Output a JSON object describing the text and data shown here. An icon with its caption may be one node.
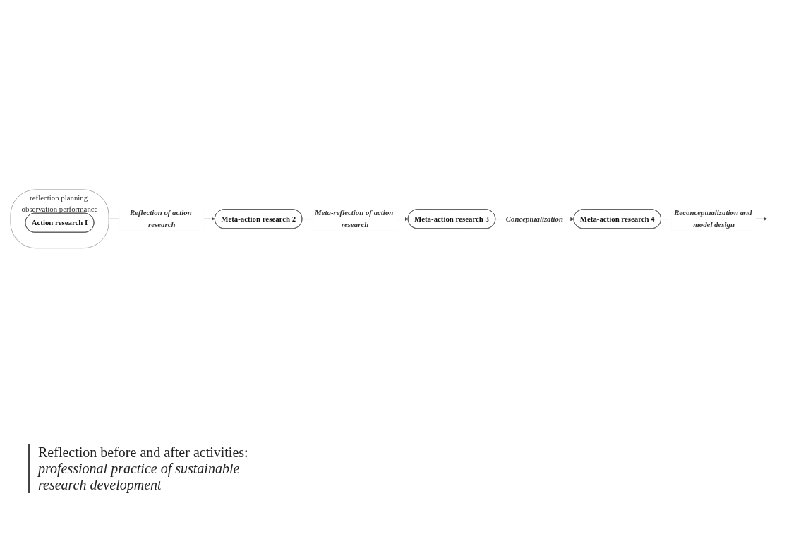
{
  "diagram": {
    "nodes": [
      {
        "text": [
          "reflection",
          "planning",
          "observation",
          "performance"
        ]
      },
      {
        "text": [
          "Action research I"
        ],
        "in": 0
      },
      {
        "text": [
          "Meta-action research 2"
        ]
      },
      {
        "text": [
          "Meta-action research 3"
        ]
      },
      {
        "text": [
          "Meta-action research 4"
        ]
      }
    ],
    "edges": [
      {
        "from": 0,
        "to": 2,
        "arrow": "to",
        "label": "Reflection of action research"
      },
      {
        "from": 2,
        "to": 3,
        "arrow": "to",
        "label": "Meta-reflection of action research"
      },
      {
        "from": 3,
        "to": 4,
        "arrow": "to",
        "label": "Conceptualization"
      },
      {
        "from": 4,
        "to": null,
        "arrow": "to",
        "label": "Reconceptualization and model design"
      }
    ],
    "labels": [
      "Reflection before and after activities: *professional practice of sustainable research development*"
    ]
  }
}
